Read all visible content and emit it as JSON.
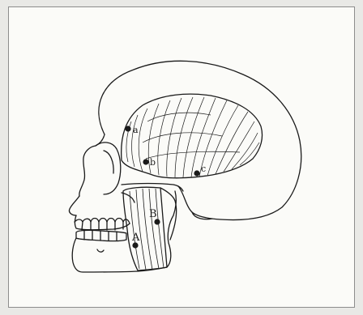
{
  "figure": {
    "labels": {
      "a": "a",
      "b": "b",
      "c": "c",
      "A": "A",
      "B": "B"
    },
    "muscles": [
      "temporalis",
      "masseter"
    ],
    "colors": {
      "line": "#1a1a1a",
      "paper": "#fbfbf8",
      "frame": "#8c8c8c",
      "fill": "#ffffff"
    }
  }
}
